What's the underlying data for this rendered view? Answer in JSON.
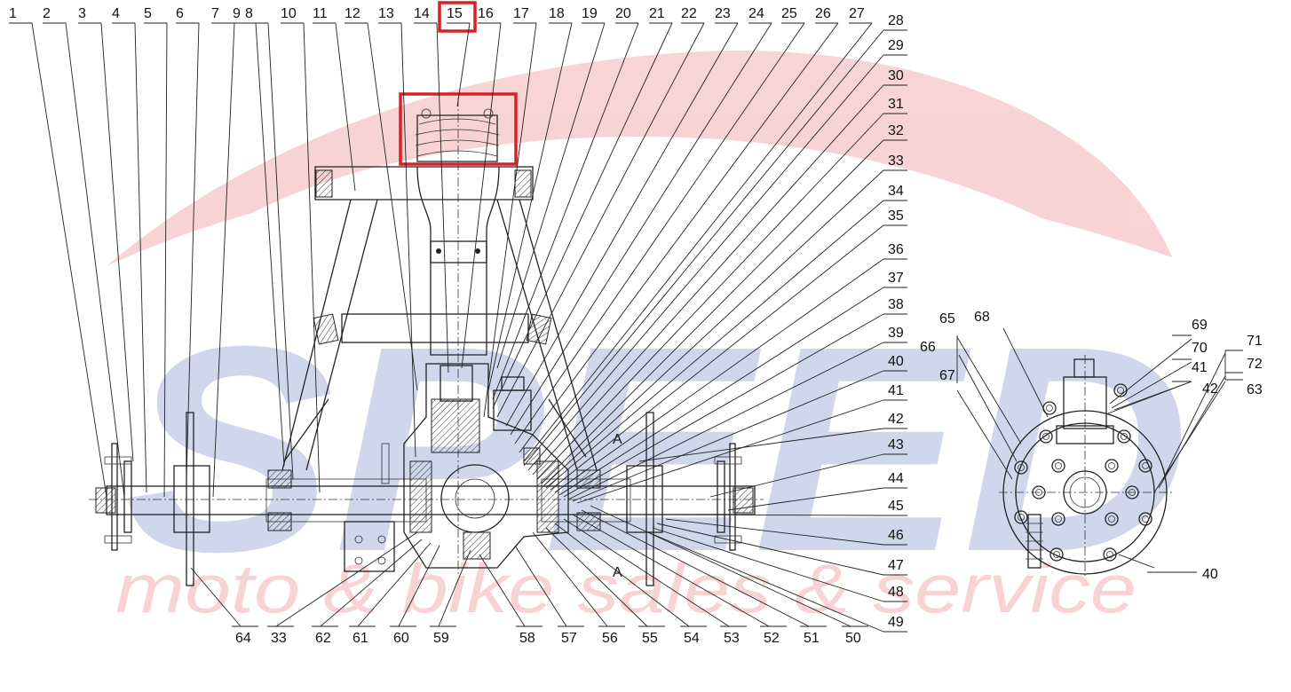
{
  "watermark": {
    "brand": "SPEED",
    "tagline": "moto & bike sales & service",
    "color_blue": "#2f48a8",
    "color_red": "#e03a3a"
  },
  "highlight": {
    "part": "15",
    "color": "#d8202a"
  },
  "callouts_top": [
    "1",
    "2",
    "3",
    "4",
    "5",
    "6",
    "7",
    "9",
    "8",
    "10",
    "11",
    "12",
    "13",
    "14",
    "15",
    "16",
    "17",
    "18",
    "19",
    "20",
    "21",
    "22",
    "23",
    "24",
    "25",
    "26",
    "27"
  ],
  "callouts_right": [
    "28",
    "29",
    "30",
    "31",
    "32",
    "33",
    "34",
    "35",
    "36",
    "37",
    "38",
    "39",
    "40",
    "41",
    "42",
    "43",
    "44",
    "45",
    "46",
    "47",
    "48",
    "49"
  ],
  "callouts_bottom": [
    "64",
    "33",
    "62",
    "61",
    "60",
    "59",
    "58",
    "57",
    "56",
    "55",
    "54",
    "53",
    "52",
    "51",
    "50"
  ],
  "callouts_side": [
    "65",
    "66",
    "67",
    "68",
    "69",
    "70",
    "41",
    "42",
    "71",
    "72",
    "63",
    "40"
  ]
}
